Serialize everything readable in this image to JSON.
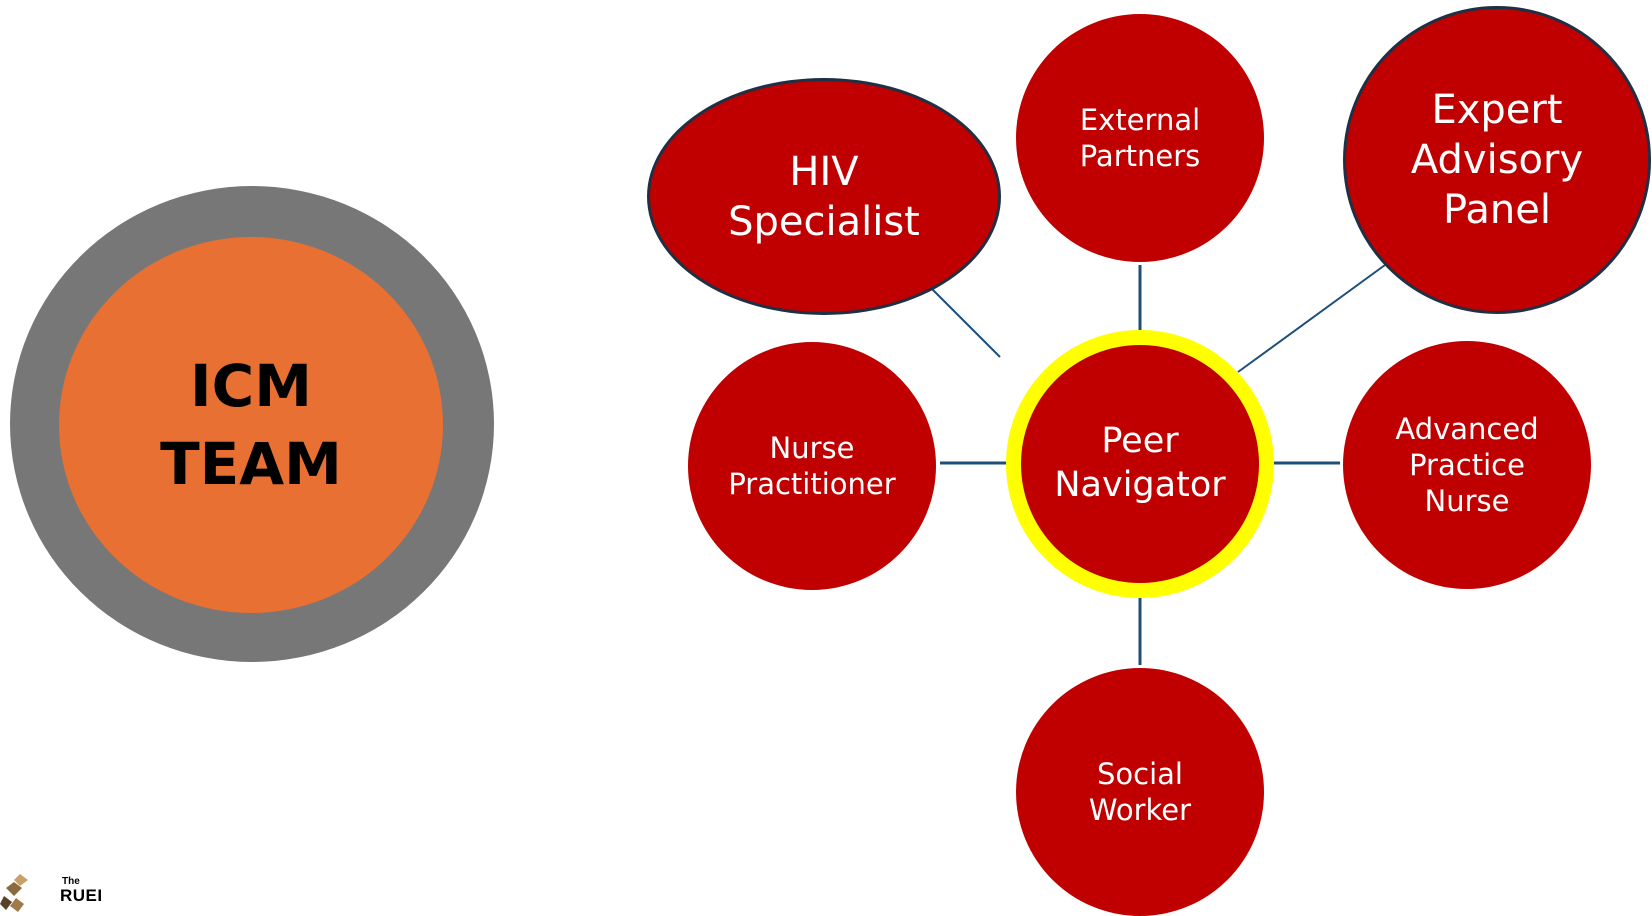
{
  "icm": {
    "title": "ICM\nTEAM"
  },
  "nodes": {
    "hiv_specialist": "HIV\nSpecialist",
    "external_partners": "External\nPartners",
    "expert_advisory_panel": "Expert\nAdvisory\nPanel",
    "nurse_practitioner": "Nurse\nPractitioner",
    "peer_navigator": "Peer\nNavigator",
    "advanced_practice_nurse": "Advanced\nPractice\nNurse",
    "social_worker": "Social\nWorker"
  },
  "logo": {
    "small_text": "The",
    "big_text": "RUEI"
  },
  "colors": {
    "node_fill": "#c00000",
    "center_ring": "#ffff00",
    "connector": "#1f4e79",
    "icm_outer": "#777777",
    "icm_inner": "#e87033"
  }
}
